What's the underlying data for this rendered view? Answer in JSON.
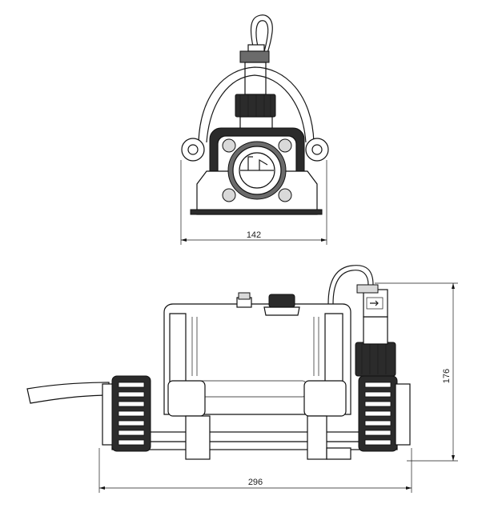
{
  "dimensions": {
    "front_width": "142",
    "side_length": "296",
    "side_height": "176"
  }
}
